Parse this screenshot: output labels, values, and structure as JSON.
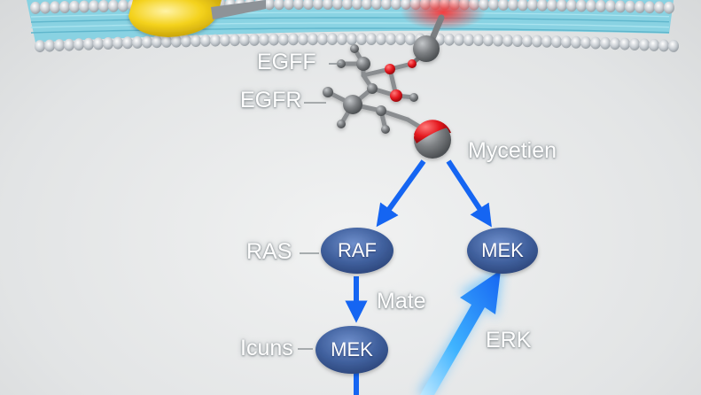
{
  "labels": {
    "egff": "EGFF",
    "egfr": "EGFR",
    "mycetien": "Mycetien",
    "ras": "RAS",
    "mate": "Mate",
    "icuns": "Icuns",
    "erk": "ERK"
  },
  "nodes": {
    "raf": "RAF",
    "mek_right": "MEK",
    "mek_bottom": "MEK"
  },
  "colors": {
    "node_blue": "#3f5f9c",
    "arrow_blue": "#1565f2",
    "glow_blue": "#3fb3ff",
    "membrane_teal": "#7fd0e2",
    "head_grey": "#c9ced3",
    "yellow_protein": "#f4d21c",
    "oxygen_red": "#e3161d",
    "atom_grey": "#7c7f82"
  }
}
